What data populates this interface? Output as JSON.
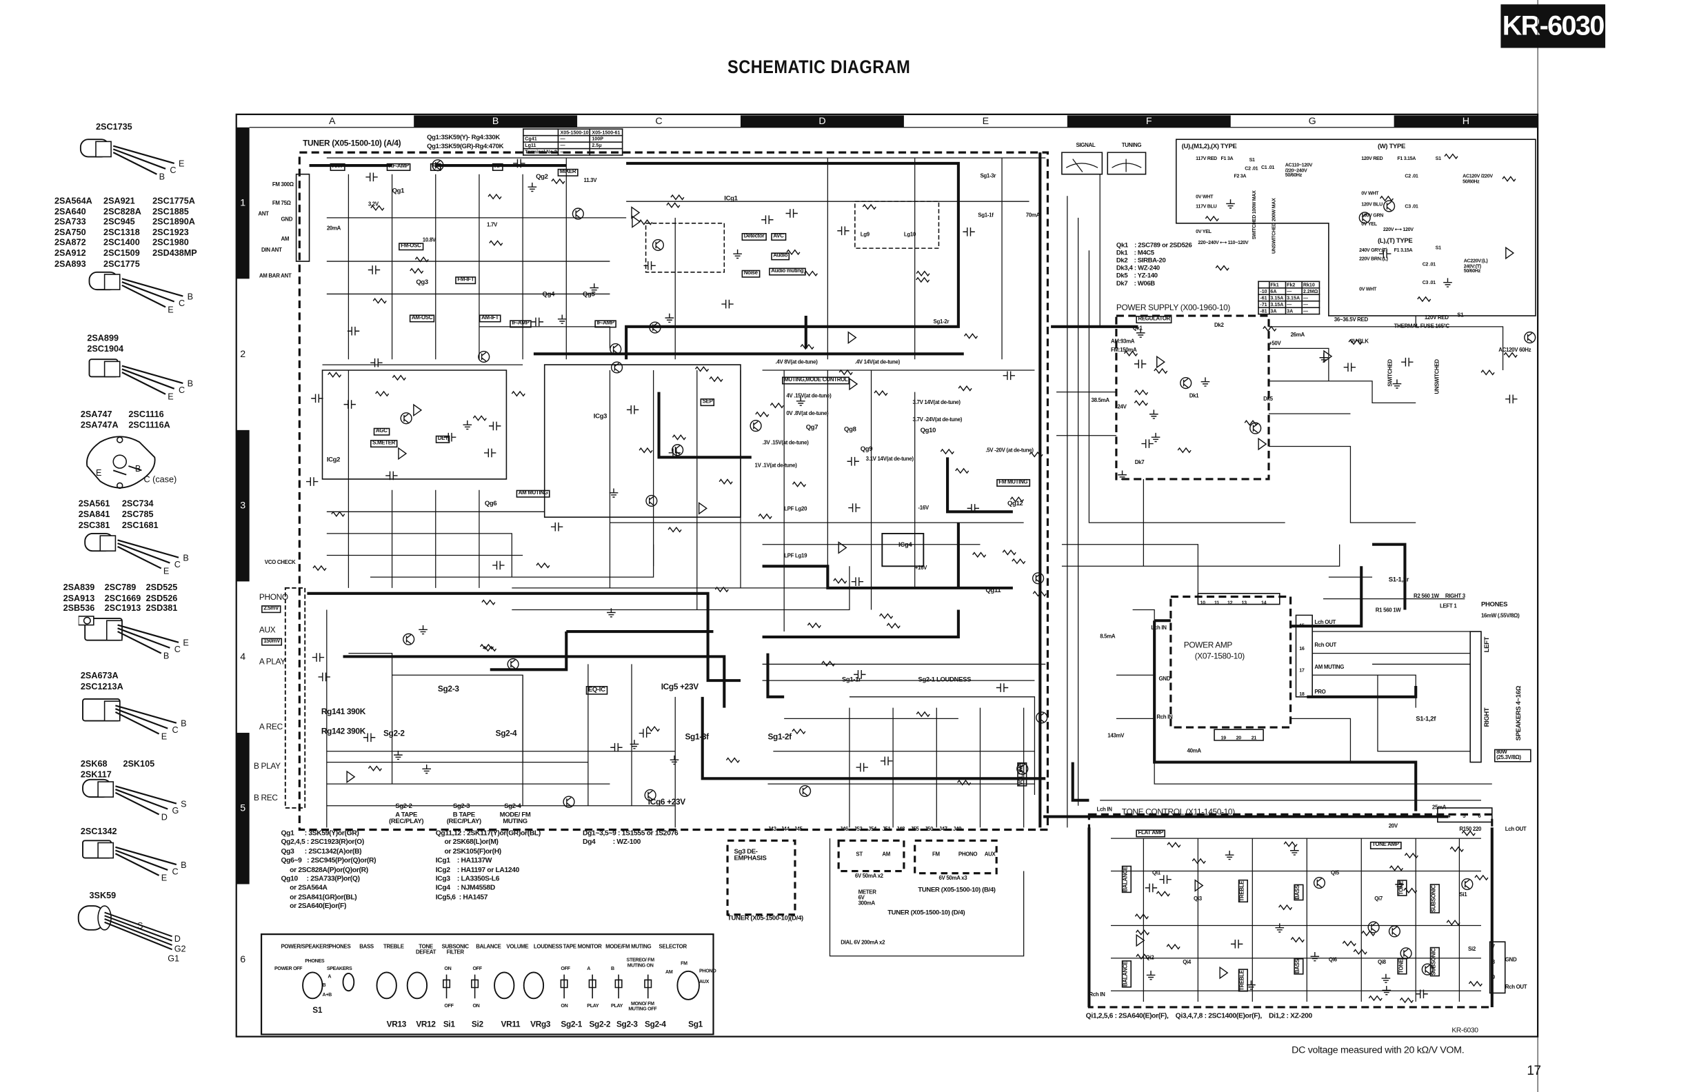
{
  "header": {
    "title": "SCHEMATIC DIAGRAM",
    "model_badge": "KR-6030"
  },
  "grid": {
    "columns": [
      "A",
      "B",
      "C",
      "D",
      "E",
      "F",
      "G",
      "H"
    ],
    "rows": [
      "1",
      "2",
      "3",
      "4",
      "5",
      "6"
    ]
  },
  "transistor_legend": [
    {
      "parts": [
        "2SC1735"
      ],
      "pins": [
        "E",
        "C",
        "B"
      ]
    },
    {
      "parts": [
        "2SA564A",
        "2SA921",
        "2SC1775A",
        "2SA640",
        "2SC828A",
        "2SC1885",
        "2SA733",
        "2SC945",
        "2SC1890A",
        "2SA750",
        "2SC1318",
        "2SC1923",
        "2SA872",
        "2SC1400",
        "2SC1980",
        "2SA912",
        "2SC1509",
        "2SD438MP",
        "2SA893",
        "2SC1775"
      ],
      "pins": [
        "B",
        "C",
        "E"
      ]
    },
    {
      "parts": [
        "2SA899",
        "2SC1904"
      ],
      "pins": [
        "B",
        "C",
        "E"
      ]
    },
    {
      "parts": [
        "2SA747",
        "2SC1116",
        "2SA747A",
        "2SC1116A"
      ],
      "pins": [
        "E",
        "B",
        "C (case)"
      ]
    },
    {
      "parts": [
        "2SA561",
        "2SC734",
        "2SA841",
        "2SC785",
        "2SC381",
        "2SC1681"
      ],
      "pins": [
        "B",
        "C",
        "E"
      ]
    },
    {
      "parts": [
        "2SA839",
        "2SC789",
        "2SD525",
        "2SA913",
        "2SC1669",
        "2SD526",
        "2SB536",
        "2SC1913",
        "2SD381"
      ],
      "pins": [
        "E",
        "C",
        "B"
      ]
    },
    {
      "parts": [
        "2SA673A",
        "2SC1213A"
      ],
      "pins": [
        "B",
        "C",
        "E"
      ]
    },
    {
      "parts": [
        "2SK68",
        "2SK105",
        "2SK117"
      ],
      "pins": [
        "S",
        "G",
        "D"
      ]
    },
    {
      "parts": [
        "2SC1342"
      ],
      "pins": [
        "B",
        "C",
        "E"
      ]
    },
    {
      "parts": [
        "3SK59"
      ],
      "pins": [
        "S",
        "D",
        "G2",
        "G1"
      ]
    }
  ],
  "tuner": {
    "title": "TUNER (X05-1500-10) (A/4)",
    "note_1": "Qg1:3SK59(Y)- Rg4:330K",
    "note_2": "Qg1:3SK59(GR)-Rg4:470K",
    "variant_table": {
      "headers": [
        "X05-1500-10",
        "X05-1500-61"
      ],
      "rows": [
        [
          "Cg41",
          "—",
          "100P"
        ],
        [
          "Lg11",
          "—",
          "2.5μ"
        ],
        [
          "Terminal No.2",
          "—",
          ""
        ]
      ]
    },
    "blocks": [
      "ANT",
      "RF-AMP",
      "RF",
      "RF",
      "MIXER",
      "FM-OSC",
      "FM-IFT",
      "AM-OSC",
      "AM-IFT",
      "IF-AMP",
      "IF-AMP",
      "S.METER",
      "AGC",
      "DET",
      "SEP",
      "MUTING,MODE CONTROL",
      "FM MUTING",
      "AM MUTING",
      "Detector",
      "AVC",
      "Audio",
      "Noise",
      "Audio muting"
    ],
    "antenna": [
      "FM 300Ω",
      "FM 75Ω",
      "GND",
      "AM",
      "ANT",
      "DIN ANT",
      "AM BAR ANT",
      "VCO CHECK"
    ],
    "refs": [
      "Qg1",
      "Qg2",
      "Qg3",
      "Qg4",
      "Qg5",
      "Qg6",
      "Qg7",
      "Qg8",
      "Qg9",
      "Qg10",
      "Qg11",
      "Qg12",
      "ICg1",
      "ICg2",
      "ICg3",
      "ICg4",
      "Sg1-3r",
      "Sg1-1f",
      "Sg1-2r",
      "LPF Lg20",
      "LPF Lg19",
      "Lg9",
      "Lg10",
      "11.3V",
      "10.8V",
      "1.7V",
      "3.2V",
      "70mA",
      "20mA"
    ],
    "voltages": [
      ".4V  8V(at de-tune)",
      ".4V  14V(at de-tune)",
      "3.7V  14V(at de-tune)",
      "3.7V  -24V(at de-tune)",
      "4V  .15V(at de-tune)",
      "0V  .8V(at de-tune)",
      ".3V  .15V(at de-tune)",
      "1V  .1V(at de-tune)",
      "3.1V  14V(at de-tune)",
      ".5V  -20V (at de-tune)",
      "-16V",
      "+16V"
    ]
  },
  "inputs": {
    "items": [
      {
        "label": "PHONO",
        "level": "2.5mV"
      },
      {
        "label": "AUX",
        "level": "150mV"
      },
      {
        "label": "A PLAY",
        "level": ""
      },
      {
        "label": "A REC",
        "level": ""
      },
      {
        "label": "B PLAY",
        "level": ""
      },
      {
        "label": "B REC",
        "level": ""
      }
    ],
    "eq": [
      "EQ-IC",
      "ICg5 +23V",
      "ICg6 +23V",
      "Sg2-3",
      "Sg2-2",
      "Sg2-4",
      "Sg1-3f",
      "Sg1-2f",
      "Rg141 390K",
      "Rg142 390K"
    ],
    "switch_captions": [
      {
        "ref": "Sg2-2",
        "text": "A TAPE (REC/PLAY)"
      },
      {
        "ref": "Sg2-3",
        "text": "B TAPE (REC/PLAY)"
      },
      {
        "ref": "Sg2-4",
        "text": "MODE/ FM MUTING"
      }
    ]
  },
  "loudness": {
    "label_1": "Sg1-1r",
    "label_2": "Sg2-1  LOUDNESS",
    "volume": "VOLUME"
  },
  "parts_list_tuner": {
    "col1": [
      "Qg1      : 3SK59(Y)or(GR)",
      "Qg2,4,5 : 2SC1923(R)or(O)",
      "Qg3      : 2SC1342(A)or(B)",
      "Qg6~9   : 2SC945(P)or(Q)or(R)",
      "     or 2SC828A(P)or(Q)or(R)",
      "Qg10     : 2SA733(P)or(Q)",
      "     or 2SA564A",
      "     or 2SA841(GR)or(BL)",
      "     or 2SA640(E)or(F)"
    ],
    "col2": [
      "Qg11,12 : 2SK117(Y)or(GR)or(BL)",
      "     or 2SK68(L)or(M)",
      "     or 2SK105(F)or(H)",
      "ICg1    : HA1137W",
      "ICg2    : HA1197 or LA1240",
      "ICg3    : LA3350S-L6",
      "ICg4    : NJM4558D",
      "ICg5,6  : HA1457"
    ],
    "col3": [
      "Dg1~3,5~9 : 1S1555 or 1S2076",
      "Dg4          : WZ-100"
    ]
  },
  "lamps": {
    "deemphasis": "Sg3  DE-EMPHASIS",
    "tuner_d4": "TUNER (X05-1500-10)(D/4)",
    "tuner_d4b": "TUNER (X05-1500-10) (D/4)",
    "tuner_b4": "TUNER (X05-1500-10) (B/4)",
    "indicators": [
      "ST",
      "AM",
      "FM",
      "PHONO",
      "AUX"
    ],
    "rating_a": "6V 50mA x2",
    "rating_b": "6V 50mA x3",
    "meter": "METER 6V 300mA",
    "dial": "DIAL  6V 200mA x2",
    "jacks": [
      "J43",
      "J44",
      "J45",
      "J46",
      "J53",
      "J54",
      "J51",
      "J48",
      "J55",
      "J50",
      "J47",
      "J49"
    ]
  },
  "controls_panel": {
    "functions": [
      "POWER/SPEAKERS",
      "PHONES",
      "BASS",
      "TREBLE",
      "TONE DEFEAT",
      "SUBSONIC FILTER",
      "BALANCE",
      "VOLUME",
      "LOUDNESS",
      "TAPE MONITOR",
      "MODE/FM MUTING",
      "SELECTOR"
    ],
    "refs": [
      "S1",
      "VR13",
      "VR12",
      "Si1",
      "Si2",
      "VR11",
      "VRg3",
      "Sg2-1",
      "Sg2-2",
      "Sg2-3",
      "Sg2-4",
      "Sg1"
    ],
    "positions": {
      "power": [
        "POWER OFF",
        "PHONES",
        "SPEAKERS",
        "A",
        "B",
        "A+B"
      ],
      "tone_defeat": [
        "ON",
        "OFF"
      ],
      "subsonic": [
        "OFF",
        "ON"
      ],
      "loudness": [
        "OFF",
        "ON"
      ],
      "tape_a": [
        "A",
        "PLAY"
      ],
      "tape_b": [
        "B",
        "PLAY"
      ],
      "mode": [
        "STEREO/ FM MUTING ON",
        "MONO/ FM MUTING OFF"
      ],
      "selector": [
        "FM",
        "AM",
        "PHONO",
        "AUX"
      ]
    }
  },
  "meters": {
    "signal": "SIGNAL",
    "tuning": "TUNING"
  },
  "ac_types": [
    {
      "title": "(U),(M1,2),(X) TYPE",
      "ac": "AC110~120V /220~240V 50/60Hz",
      "extra": [
        "117V RED",
        "0V WHT",
        "117V BLU",
        "0V YEL",
        "F1 3A",
        "F2 3A",
        "C2 .01",
        "C1 .01",
        "S1",
        "SWITCHED 100W MAX",
        "UNSWITCHED 200W MAX",
        "220~240V ⟷ 110~120V"
      ]
    },
    {
      "title": "(W) TYPE",
      "ac": "AC120V /220V 50/60Hz",
      "extra": [
        "120V RED",
        "0V WHT",
        "120V BLU",
        "100V GRN",
        "0V YEL",
        "F1 3.15A",
        "C2 .01",
        "C3 .01",
        "S1",
        "220V ⟷ 120V"
      ]
    },
    {
      "title": "(L),(T) TYPE",
      "ac": "AC220V:(L) 240V:(T) 50/60Hz",
      "extra": [
        "240V GRY:(T)",
        "220V BRN:(L)",
        "0V WHT",
        "F1 3.15A",
        "C2 .01",
        "C3 .01",
        "S1"
      ]
    }
  ],
  "power_supply": {
    "parts": [
      "Qk1    : 2SC789 or 2SD526",
      "Dk1    : M4C5",
      "Dk2    : SIRBA-20",
      "Dk3,4 : WZ-240",
      "Dk5    : YZ-140",
      "Dk7    : W06B"
    ],
    "fuse_table": {
      "headers": [
        "",
        "Fk1",
        "Fk2",
        "Rk10"
      ],
      "rows": [
        [
          "-10",
          "6A",
          "—",
          "2.2MΩ"
        ],
        [
          "-61",
          "3.15A",
          "3.15A",
          "—"
        ],
        [
          "-71",
          "3.15A",
          "—",
          "—"
        ],
        [
          "-81",
          "3A",
          "3A",
          "—"
        ]
      ]
    },
    "title": "POWER SUPPLY (X00-1960-10)",
    "regulator": "REGULATOR",
    "labels": [
      "Qk1",
      "Dk2",
      "Dk1",
      "Dk7",
      "Dk5",
      "AM:93mA",
      "FM:150mA",
      "+50V",
      "26mA",
      "36~36.5V RED",
      "0V BLK",
      "THERMAL FUSE 165°C",
      "120V RED",
      "S1",
      "AC120V 60Hz",
      "SWITCHED",
      "UNSWITCHED",
      "38.5mA",
      "24V"
    ]
  },
  "power_amp": {
    "title_1": "POWER AMP",
    "title_2": "(X07-1580-10)",
    "terminals": [
      "10",
      "11",
      "12",
      "13",
      "14",
      "15",
      "16",
      "17",
      "18",
      "19",
      "20",
      "21"
    ],
    "pins": [
      "Lch IN",
      "GND",
      "Rch IN",
      "Lch OUT",
      "Rch OUT",
      "AM MUTING",
      "PRO",
      "8.5mA",
      "40mA",
      "143mV"
    ],
    "phones": "PHONES",
    "phones_rating": "16mW (.55V/8Ω)",
    "phones_pins": [
      "R2 560 1W",
      "R1 560 1W",
      "RIGHT 3",
      "LEFT 1"
    ],
    "speakers": "SPEAKERS 4~16Ω",
    "left": "LEFT",
    "right": "RIGHT",
    "rating": "80W (25.3V/8Ω)",
    "switch_f": "S1-1,2f",
    "switch_r": "S1-1,2r"
  },
  "tone_control": {
    "title": "TONE CONTROL (X11-1450-10)",
    "blocks": [
      "FLAT AMP",
      "TONE AMP",
      "BALANCE",
      "TREBLE",
      "BASS",
      "TONE",
      "SUBSONIC",
      "BALANCE",
      "TREBLE",
      "BASS",
      "TONE",
      "SUBSONIC"
    ],
    "labels": [
      "Lch IN",
      "Rch IN",
      "Lch OUT",
      "Rch OUT",
      "GND",
      "25mA",
      "20V",
      "Qi1",
      "Qi2",
      "Qi3",
      "Qi4",
      "Qi5",
      "Qi6",
      "Qi7",
      "Qi8",
      "Si1",
      "Si2",
      "R150 220"
    ],
    "terminals": [
      "4",
      "5",
      "6",
      "7",
      "8",
      "9"
    ],
    "note": "Qi1,2,5,6 : 2SA640(E)or(F),    Qi3,4,7,8 : 2SC1400(E)or(F),    Di1,2 : XZ-200",
    "model": "KR-6030"
  },
  "footer": {
    "vom_note": "DC voltage measured with 20 kΩ/V VOM.",
    "page_number": "17"
  }
}
